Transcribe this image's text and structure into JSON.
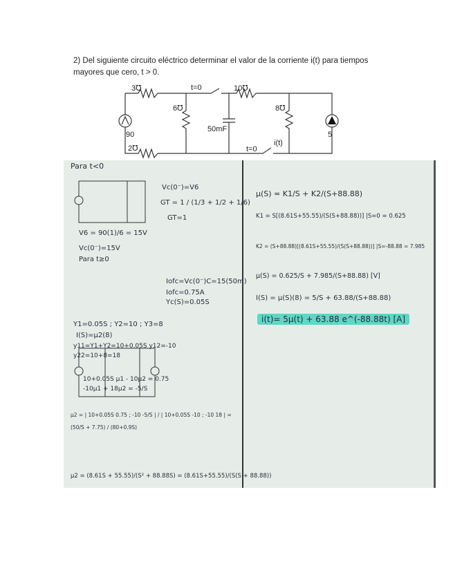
{
  "question": {
    "text": "2) Del siguiente circuito eléctrico determinar el valor de la corriente i(t) para tiempos mayores que cero, t > 0."
  },
  "circuit": {
    "r1": "3℧",
    "r2": "6℧",
    "r3": "2℧",
    "r4": "10℧",
    "r5": "8℧",
    "capacitor": "50mF",
    "source_left": "90",
    "source_right": "5",
    "switch1": "t=0",
    "switch2": "t=0",
    "current": "i(t)"
  },
  "notes": {
    "left": [
      "Para t<0",
      "Vc(0⁻)=V6",
      "GT = 1 / (1/3 + 1/2 + 1/6)",
      "GT=1",
      "V6 = 90(1)/6 = 15V",
      "Vc(0⁻)=15V",
      "Para t≥0",
      "Iofc=Vc(0⁻)C=15(50m)",
      "Iofc=0.75A",
      "Yc(S)=0.05S",
      "Y1=0.05S ; Y2=10 ; Y3=8",
      "I(S)=μ2(8)",
      "y11=Y1+Y2=10+0.05S    y12=-10",
      "y22=10+8=18",
      "10+0.05S μ1 - 10μ2 = 0.75",
      "-10μ1 + 18μ2 = -5/S",
      "μ2 = | 10+0.05S  0.75 ; -10  -5/S | / | 10+0.05S  -10 ; -10  18 |  =  (50/S + 7.75) / (80+0.9S)",
      "μ2 = (8.61S + 55.55)/(S² + 88.88S) = (8.61S+55.55)/(S(S + 88.88))"
    ],
    "right": [
      "μ(S) = K1/S + K2/(S+88.88)",
      "K1 = S[(8.61S+55.55)/(S(S+88.88))] |S=0 = 0.625",
      "K2 = (S+88.88)[(8.61S+55.55)/(S(S+88.88))] |S=-88.88 = 7.985",
      "μ(S) = 0.625/S + 7.985/(S+88.88) [V]",
      "I(S) = μ(S)(8) = 5/S + 63.88/(S+88.88)",
      "i(t)= 5μ(t) + 63.88 e^(-88.88t) [A]"
    ]
  },
  "colors": {
    "highlight": "#5fd6c6",
    "paper": "#e6ede8"
  }
}
